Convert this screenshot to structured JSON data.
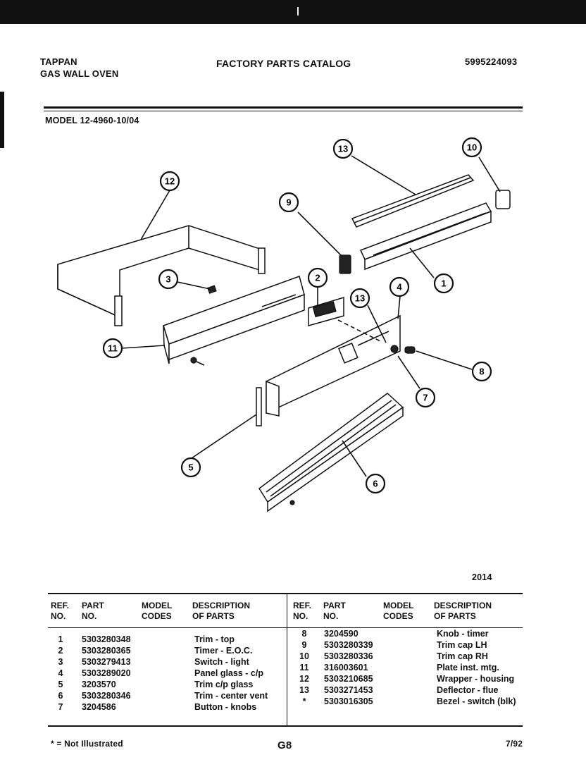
{
  "header": {
    "brand": "TAPPAN",
    "product": "GAS WALL OVEN",
    "catalog_title": "FACTORY PARTS CATALOG",
    "catalog_number": "5995224093",
    "model_line": "MODEL 12-4960-10/04"
  },
  "diagram": {
    "callouts": [
      "1",
      "2",
      "3",
      "4",
      "5",
      "6",
      "7",
      "8",
      "9",
      "10",
      "11",
      "12",
      "13",
      "13"
    ],
    "figure_number": "2014"
  },
  "table": {
    "headers": {
      "ref": [
        "REF.",
        "NO."
      ],
      "part": [
        "PART",
        "NO."
      ],
      "model": [
        "MODEL",
        "CODES"
      ],
      "desc": [
        "DESCRIPTION",
        "OF PARTS"
      ]
    },
    "left_rows": [
      {
        "ref": "1",
        "part": "5303280348",
        "desc": "Trim - top"
      },
      {
        "ref": "2",
        "part": "5303280365",
        "desc": "Timer - E.O.C."
      },
      {
        "ref": "3",
        "part": "5303279413",
        "desc": "Switch - light"
      },
      {
        "ref": "4",
        "part": "5303289020",
        "desc": "Panel glass - c/p"
      },
      {
        "ref": "5",
        "part": "3203570",
        "desc": "Trim c/p glass"
      },
      {
        "ref": "6",
        "part": "5303280346",
        "desc": "Trim - center vent"
      },
      {
        "ref": "7",
        "part": "3204586",
        "desc": "Button - knobs"
      }
    ],
    "right_rows": [
      {
        "ref": "8",
        "part": "3204590",
        "desc": "Knob - timer"
      },
      {
        "ref": "9",
        "part": "5303280339",
        "desc": "Trim cap LH"
      },
      {
        "ref": "10",
        "part": "5303280336",
        "desc": "Trim cap RH"
      },
      {
        "ref": "11",
        "part": "316003601",
        "desc": "Plate inst. mtg."
      },
      {
        "ref": "12",
        "part": "5303210685",
        "desc": "Wrapper - housing"
      },
      {
        "ref": "13",
        "part": "5303271453",
        "desc": "Deflector - flue"
      },
      {
        "ref": "*",
        "part": "5303016305",
        "desc": "Bezel - switch (blk)"
      }
    ]
  },
  "footer": {
    "note": "* = Not Illustrated",
    "page_code": "G8",
    "date": "7/92"
  }
}
